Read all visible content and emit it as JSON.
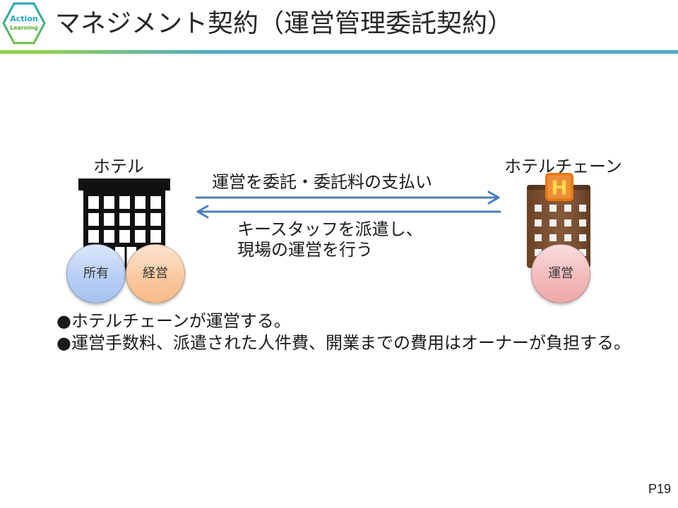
{
  "logo": {
    "line1": "Action",
    "line2": "Learning",
    "icon": "action-learning-logo"
  },
  "title": "マネジメント契約（運営管理委託契約）",
  "hotel": {
    "label": "ホテル",
    "icon": "hotel-building-icon",
    "circles": [
      {
        "text": "所有",
        "color": "#a4c2f0"
      },
      {
        "text": "経営",
        "color": "#f7bb88"
      }
    ]
  },
  "chain": {
    "label": "ホテルチェーン",
    "icon": "hotel-chain-building-icon",
    "sign_icon": "hotel-sign-icon",
    "sign_letter": "H",
    "circles": [
      {
        "text": "運営",
        "color": "#efa9a9"
      }
    ]
  },
  "arrows": {
    "to_chain": {
      "label": "運営を委託・委託料の支払い",
      "icon": "arrow-right-icon"
    },
    "to_hotel": {
      "lines": [
        "キースタッフを派遣し、",
        "現場の運営を行う"
      ],
      "icon": "arrow-left-icon"
    }
  },
  "bullets": [
    "●ホテルチェーンが運営する。",
    "●運営手数料、派遣された人件費、開業までの費用はオーナーが負担する。"
  ],
  "page_number": "P19",
  "colors": {
    "title_text": "#262626",
    "body_text": "#1a1a1a",
    "arrow": "#4a7ebb",
    "accent_line_start": "#8fd14f",
    "accent_line_end": "#4bacc6",
    "hotel_building": "#111111",
    "chain_building": "#7a4a28",
    "chain_sign": "#e8760f"
  }
}
